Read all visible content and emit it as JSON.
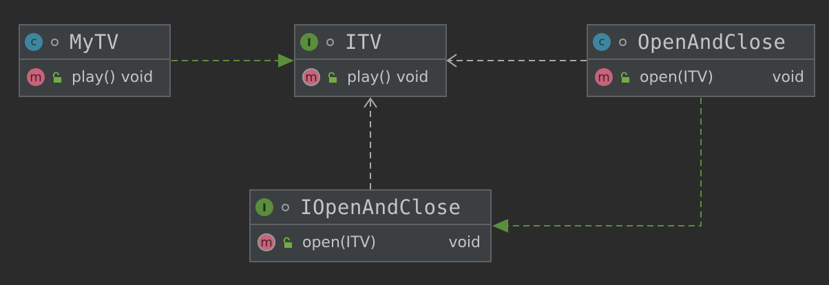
{
  "colors": {
    "background": "#2b2b2b",
    "node_fill": "#3c3f41",
    "node_border": "#5f6265",
    "text": "#c2c5c8",
    "implements_edge": "#5b8e3c",
    "dependency_edge": "#a9abad",
    "class_badge": "#3e86a0",
    "interface_badge": "#5b8e3c",
    "method_badge": "#c7637a"
  },
  "nodes": {
    "mytv": {
      "kind": "class",
      "kind_glyph": "c",
      "name": "MyTV",
      "members": [
        {
          "icon": "method-icon",
          "glyph": "m",
          "name": "play()",
          "type": "void"
        }
      ]
    },
    "itv": {
      "kind": "interface",
      "kind_glyph": "I",
      "name": "ITV",
      "members": [
        {
          "icon": "abstract-method-icon",
          "glyph": "m",
          "name": "play()",
          "type": "void"
        }
      ]
    },
    "openandclose": {
      "kind": "class",
      "kind_glyph": "c",
      "name": "OpenAndClose",
      "members": [
        {
          "icon": "method-icon",
          "glyph": "m",
          "name": "open(ITV)",
          "type": "void"
        }
      ]
    },
    "iopenandclose": {
      "kind": "interface",
      "kind_glyph": "I",
      "name": "IOpenAndClose",
      "members": [
        {
          "icon": "abstract-method-icon",
          "glyph": "m",
          "name": "open(ITV)",
          "type": "void"
        }
      ]
    }
  },
  "edges": [
    {
      "from": "MyTV",
      "to": "ITV",
      "relation": "implements",
      "style": "dashed",
      "head": "filled-triangle"
    },
    {
      "from": "OpenAndClose",
      "to": "ITV",
      "relation": "dependency",
      "style": "dashed",
      "head": "open-arrow"
    },
    {
      "from": "IOpenAndClose",
      "to": "ITV",
      "relation": "dependency",
      "style": "dashed",
      "head": "open-arrow"
    },
    {
      "from": "OpenAndClose",
      "to": "IOpenAndClose",
      "relation": "implements",
      "style": "dashed",
      "head": "filled-triangle"
    }
  ]
}
